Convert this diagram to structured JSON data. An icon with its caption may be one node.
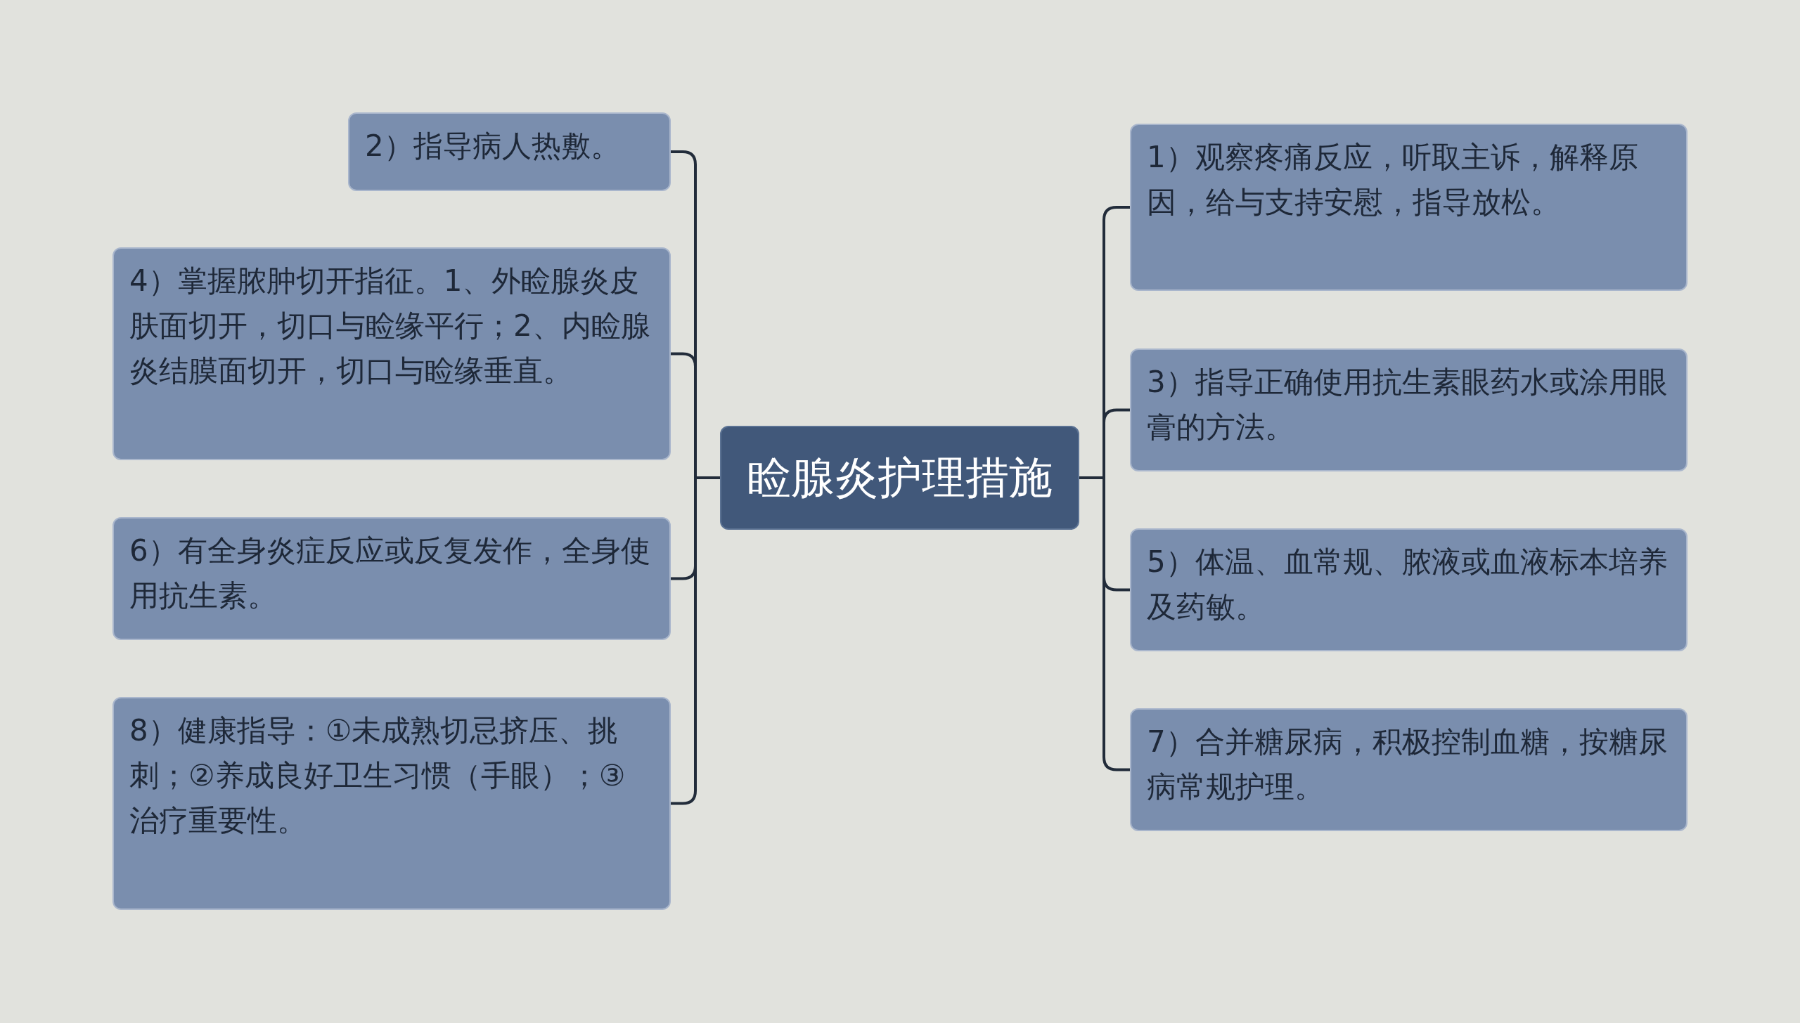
{
  "diagram": {
    "nodes": [
      {
        "text": [
          "睑腺炎护理措施"
        ]
      },
      {
        "text": [
          "1）观察疼痛反应，听取主诉，解释原因，给与支持安慰，指导放松。"
        ]
      },
      {
        "text": [
          "2）指导病人热敷。"
        ]
      },
      {
        "text": [
          "3）指导正确使用抗生素眼药水或涂用眼膏的方法。"
        ]
      },
      {
        "text": [
          "4）掌握脓肿切开指征。1、外睑腺炎皮肤面切开，切口与睑缘平行；2、内睑腺炎结膜面切开，切口与睑缘垂直。"
        ]
      },
      {
        "text": [
          "5）体温、血常规、脓液或血液标本培养及药敏。"
        ]
      },
      {
        "text": [
          "6）有全身炎症反应或反复发作，全身使用抗生素。"
        ]
      },
      {
        "text": [
          "7）合并糖尿病，积极控制血糖，按糖尿病常规护理。"
        ]
      },
      {
        "text": [
          "8）健康指导：①未成熟切忌挤压、挑刺；②养成良好卫生习惯（手眼）；③治疗重要性。"
        ]
      }
    ],
    "edges": [
      {
        "from": 0,
        "to": 1,
        "arrow": "none"
      },
      {
        "from": 0,
        "to": 2,
        "arrow": "none"
      },
      {
        "from": 0,
        "to": 3,
        "arrow": "none"
      },
      {
        "from": 0,
        "to": 4,
        "arrow": "none"
      },
      {
        "from": 0,
        "to": 5,
        "arrow": "none"
      },
      {
        "from": 0,
        "to": 6,
        "arrow": "none"
      },
      {
        "from": 0,
        "to": 7,
        "arrow": "none"
      },
      {
        "from": 0,
        "to": 8,
        "arrow": "none"
      }
    ]
  }
}
